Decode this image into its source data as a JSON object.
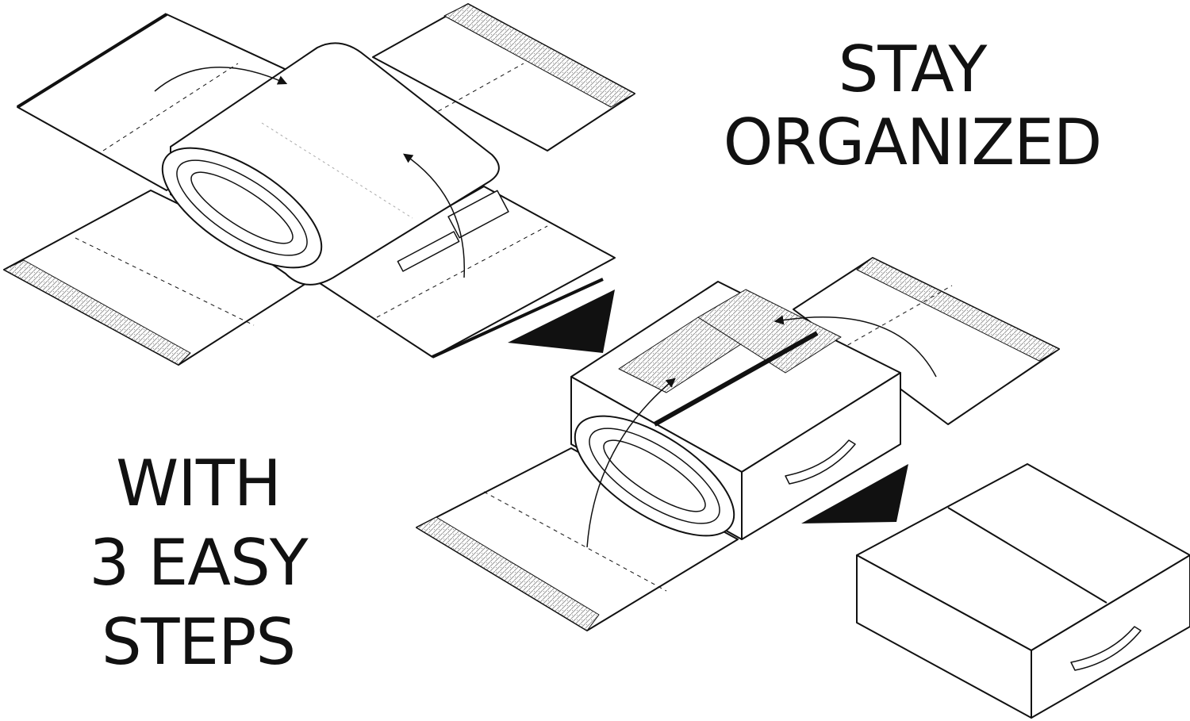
{
  "headline_top": {
    "line1": "STAY",
    "line2": "ORGANIZED"
  },
  "headline_bottom": {
    "line1": "WITH",
    "line2": "3 EASY",
    "line3": "STEPS"
  },
  "colors": {
    "ink": "#111111",
    "paper": "#ffffff",
    "hatch": "#8a8a8a"
  },
  "steps": [
    {
      "name": "step-1-open-with-rolled-bedding"
    },
    {
      "name": "step-2-fold-flaps"
    },
    {
      "name": "step-3-closed-box"
    }
  ]
}
